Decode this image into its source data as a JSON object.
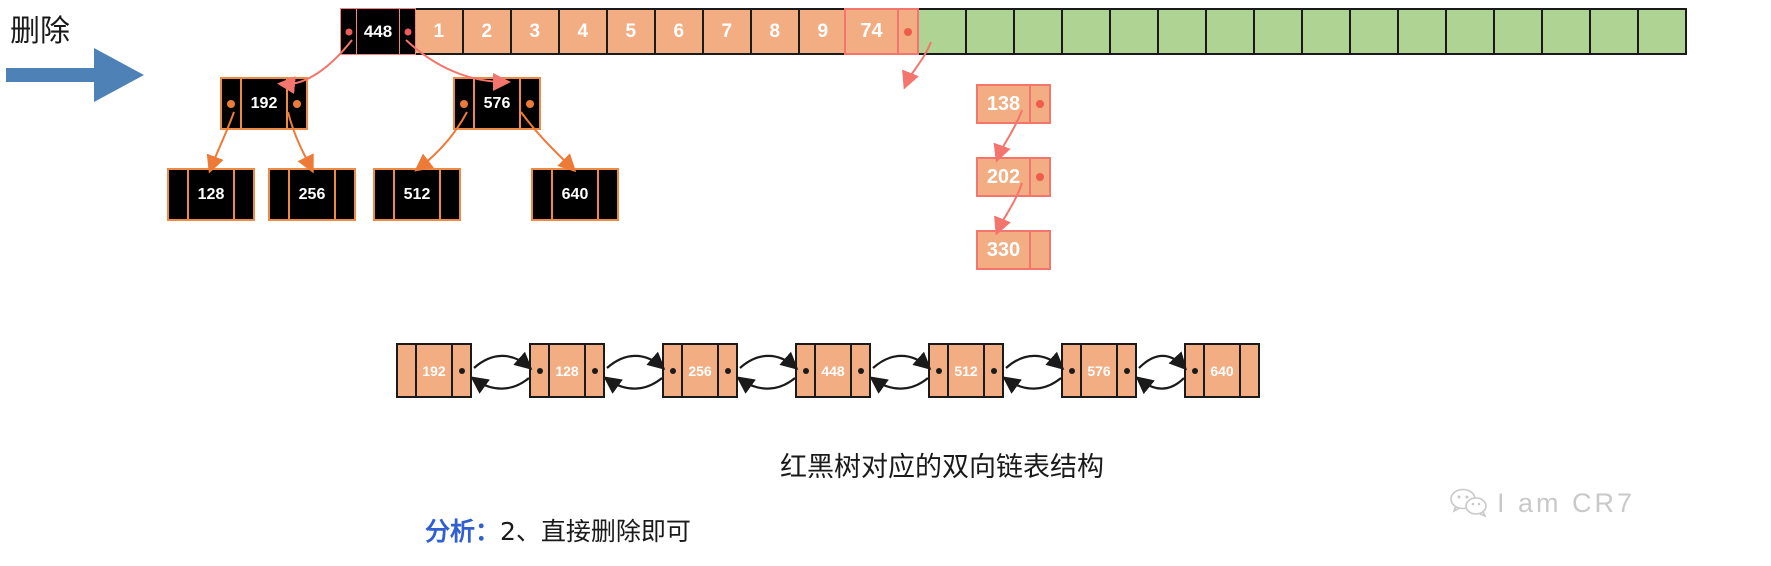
{
  "heading": {
    "label": "删除"
  },
  "icons": {
    "blue_arrow": "right-arrow-icon",
    "wechat": "wechat-logo-icon"
  },
  "hash_array": {
    "root_node": {
      "value": "448",
      "left_ptr": "pointer-dot",
      "right_ptr": "pointer-dot"
    },
    "orange_cells": [
      "1",
      "2",
      "3",
      "4",
      "5",
      "6",
      "7",
      "8",
      "9"
    ],
    "chain_head": {
      "value": "74",
      "ptr": "pointer-dot"
    },
    "green_cell_count": 16,
    "colors": {
      "orange": "#f2ad82",
      "green": "#afd392",
      "border": "#1a1a1a"
    }
  },
  "rb_tree": {
    "root": "448",
    "nodes": [
      {
        "value": "192",
        "level": 1
      },
      {
        "value": "576",
        "level": 1
      },
      {
        "value": "128",
        "level": 2
      },
      {
        "value": "256",
        "level": 2
      },
      {
        "value": "512",
        "level": 2
      },
      {
        "value": "640",
        "level": 2
      }
    ],
    "colors": {
      "fill": "#000000",
      "border": "#ef8a44",
      "pointer": "#ee7a38",
      "text": "#ffffff"
    }
  },
  "bucket_chain": {
    "nodes": [
      "74",
      "138",
      "202",
      "330"
    ],
    "colors": {
      "fill": "#f2ad82",
      "border": "#f4756d",
      "pointer": "#f05b4a"
    }
  },
  "linked_list": {
    "nodes": [
      "192",
      "128",
      "256",
      "448",
      "512",
      "576",
      "640"
    ],
    "caption": "红黑树对应的双向链表结构",
    "colors": {
      "fill": "#f2ad82",
      "border": "#1a1a1a"
    }
  },
  "analysis": {
    "label": "分析：",
    "text": "2、直接删除即可",
    "label_color": "#2f5fd0"
  },
  "watermark": {
    "text": "I am CR7"
  }
}
